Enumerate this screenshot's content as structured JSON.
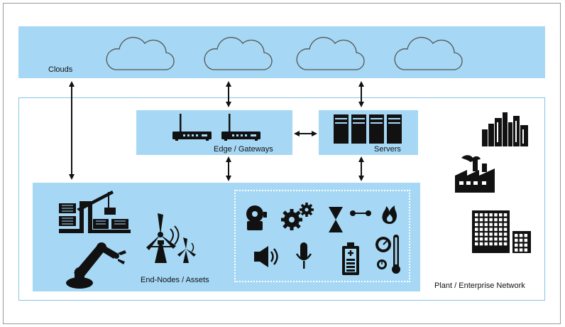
{
  "labels": {
    "clouds": "Clouds",
    "edge_gateways": "Edge / Gateways",
    "servers": "Servers",
    "end_nodes": "End-Nodes / Assets",
    "plant_network": "Plant / Enterprise Network"
  },
  "icons": {
    "cloud": "cloud-icon",
    "router": "router-icon",
    "server": "server-rack-icon",
    "container_crane": "container-crane-icon",
    "robot_arm": "robot-arm-icon",
    "wind_turbine": "wind-turbine-icon",
    "camera": "camera-icon",
    "gears": "gears-icon",
    "valve": "valve-icon",
    "flame": "flame-icon",
    "speaker": "speaker-icon",
    "microphone": "microphone-icon",
    "battery": "battery-icon",
    "gauge": "gauge-icon",
    "thermometer": "thermometer-icon",
    "city": "city-skyline-icon",
    "factory": "factory-icon",
    "office": "office-building-icon"
  },
  "colors": {
    "panel_fill": "#a6d8f5",
    "panel_outline": "#86c6ea",
    "icon": "#111111"
  }
}
